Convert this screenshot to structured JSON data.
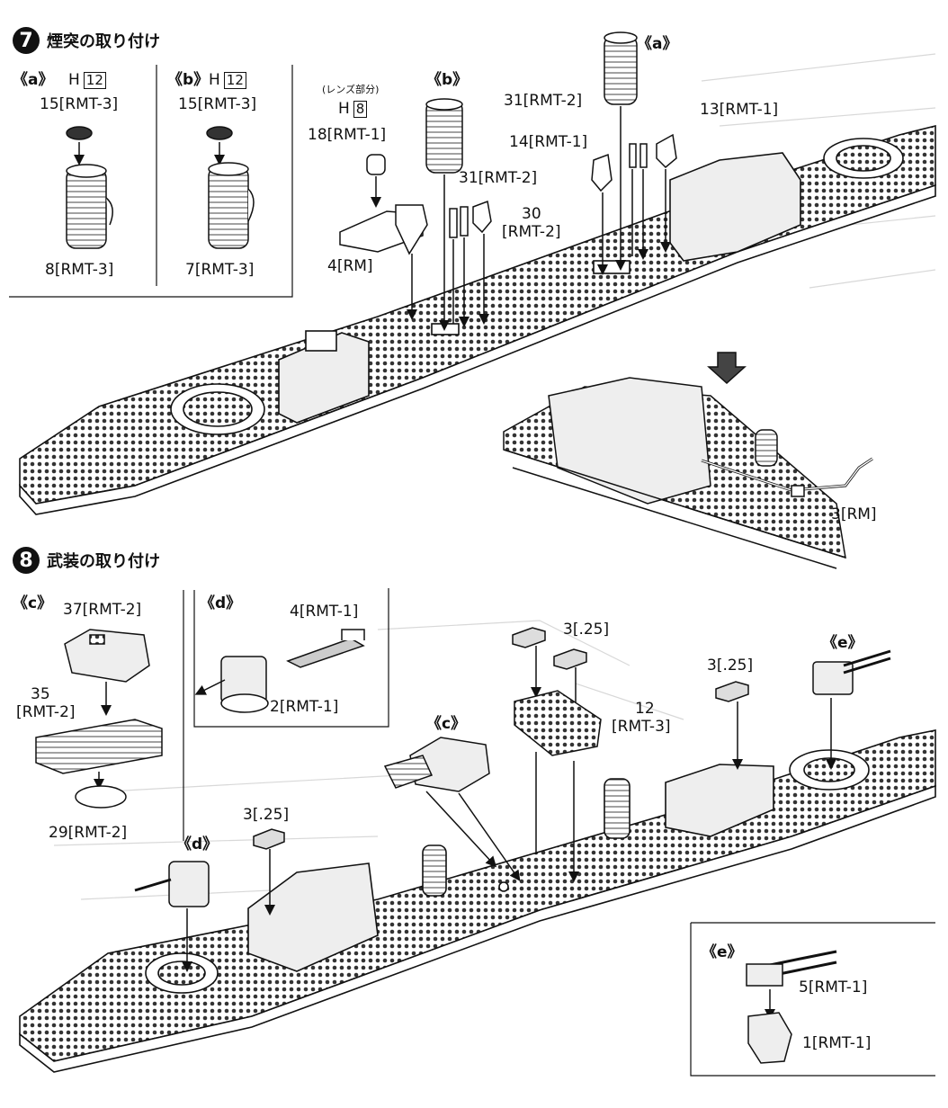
{
  "step7": {
    "number": "7",
    "title": "煙突の取り付け",
    "a": {
      "label": "《a》",
      "h_prefix": "H",
      "h_num": "12",
      "part_top": "15[RMT-3]",
      "part_bottom": "8[RMT-3]"
    },
    "b": {
      "label": "《b》",
      "h_prefix": "H",
      "h_num": "12",
      "part_top": "15[RMT-3]",
      "part_bottom": "7[RMT-3]"
    },
    "lens_note": "(レンズ部分)",
    "lens_h_prefix": "H",
    "lens_h_num": "8",
    "p18": "18[RMT-1]",
    "p4": "4[RM]",
    "b_center_label": "《b》",
    "a_top_label": "《a》",
    "p31a": "31[RMT-2]",
    "p31b": "31[RMT-2]",
    "p14": "14[RMT-1]",
    "p13": "13[RMT-1]",
    "p30_num": "30",
    "p30_ref": "[RMT-2]",
    "p3": "3[RM]"
  },
  "step8": {
    "number": "8",
    "title": "武装の取り付け",
    "c": {
      "label": "《c》",
      "p37": "37[RMT-2]",
      "p35_num": "35",
      "p35_ref": "[RMT-2]",
      "p29": "29[RMT-2]"
    },
    "d": {
      "label": "《d》",
      "p4": "4[RMT-1]",
      "p2": "2[RMT-1]"
    },
    "c_ship_label": "《c》",
    "d_ship_label": "《d》",
    "e_ship_label": "《e》",
    "p3a": "3[.25]",
    "p3b": "3[.25]",
    "p3c": "3[.25]",
    "p12_num": "12",
    "p12_ref": "[RMT-3]",
    "e": {
      "label": "《e》",
      "p5": "5[RMT-1]",
      "p1": "1[RMT-1]"
    }
  },
  "colors": {
    "ink": "#111111",
    "grey": "#bbbbbb",
    "paper": "#ffffff"
  }
}
